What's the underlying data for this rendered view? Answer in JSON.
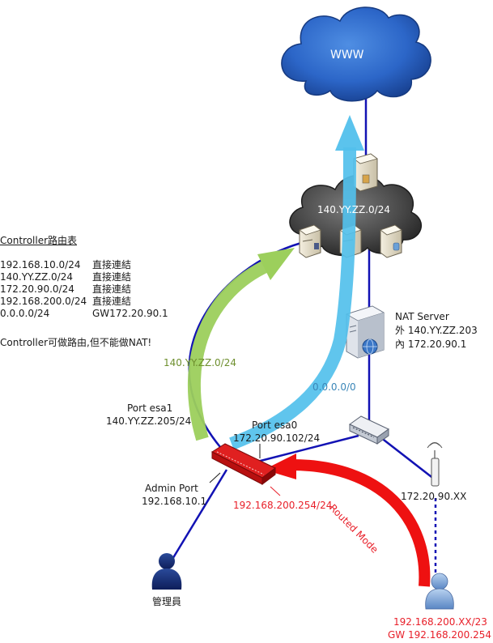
{
  "cloud_www": {
    "label": "WWW"
  },
  "cloud_mid": {
    "label": "140.YY.ZZ.0/24"
  },
  "routing_table": {
    "title": "Controller路由表",
    "rows": [
      {
        "net": "192.168.10.0/24",
        "via": "直接連結"
      },
      {
        "net": "140.YY.ZZ.0/24",
        "via": "直接連結"
      },
      {
        "net": "172.20.90.0/24",
        "via": "直接連結"
      },
      {
        "net": "192.168.200.0/24",
        "via": "直接連結"
      },
      {
        "net": "0.0.0.0/24",
        "via": "GW172.20.90.1"
      }
    ],
    "note": "Controller可做路由,但不能做NAT!"
  },
  "nat_server": {
    "name": "NAT Server",
    "outer": "外 140.YY.ZZ.203",
    "inner": "內 172.20.90.1"
  },
  "green_arrow_label": "140.YY.ZZ.0/24",
  "blue_arrow_label": "0.0.0.0/0",
  "port_esa1": {
    "name": "Port esa1",
    "ip": "140.YY.ZZ.205/24"
  },
  "port_esa0": {
    "name": "Port esa0",
    "ip": "172.20.90.102/24"
  },
  "admin_port": {
    "name": "Admin Port",
    "ip": "192.168.10.1"
  },
  "controller_subnet": "192.168.200.254/24",
  "routed_mode": "Routed Mode",
  "ap_ip": "172.20.90.XX",
  "admin_user": "管理員",
  "client": {
    "ip": "192.168.200.XX/23",
    "gw": "GW 192.168.200.254"
  },
  "colors": {
    "link": "#1212b4",
    "green": "#9ccf5c",
    "cyan": "#52c0ec",
    "red": "#ee1111",
    "label_red": "#e8202a",
    "label_green": "#6e8f2e",
    "label_blue": "#3a86b8"
  }
}
